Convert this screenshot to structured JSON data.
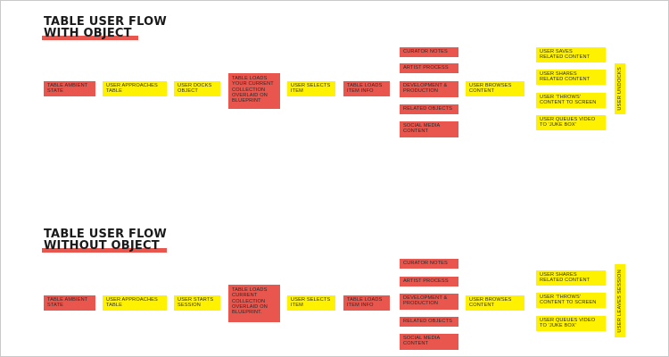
{
  "section1": {
    "title_line1": "TABLE USER FLOW",
    "title_line2": "WITH OBJECT",
    "steps": {
      "ambient": "TABLE AMBIENT\nSTATE",
      "approaches": "USER APPROACHES\nTABLE",
      "docks": "USER DOCKS\nOBJECT",
      "loads_collection": "TABLE LOADS\nYOUR CURRENT\nCOLLECTION\nOVERLAID ON\nBLUEPRINT",
      "selects": "USER SELECTS\nITEM",
      "loads_info": "TABLE LOADS\nITEM INFO",
      "browses": "USER BROWSES\nCONTENT",
      "undocks": "USER UNDOCKS"
    },
    "content_items": [
      "CURATOR NOTES",
      "ARTIST PROCESS",
      "DEVELOPMENT &\nPRODUCTION",
      "RELATED OBJECTS",
      "SOCIAL MEDIA\nCONTENT"
    ],
    "actions": [
      "USER SAVES\nRELATED CONTENT",
      "USER SHARES\nRELATED CONTENT",
      "USER 'THROWS'\nCONTENT TO SCREEN",
      "USER QUEUES VIDEO\nTO 'JUKE BOX'"
    ]
  },
  "section2": {
    "title_line1": "TABLE USER FLOW",
    "title_line2": "WITHOUT OBJECT",
    "steps": {
      "ambient": "TABLE AMBIENT\nSTATE",
      "approaches": "USER APPROACHES\nTABLE",
      "starts": "USER STARTS\nSESSION",
      "loads_collection": "TABLE LOADS\nCURRENT\nCOLLECTION\nOVERLAID ON\nBLUEPRINT.",
      "selects": "USER SELECTS\nITEM",
      "loads_info": "TABLE LOADS\nITEM INFO",
      "browses": "USER BROWSES\nCONTENT",
      "leaves": "USER LEAVES SESSION"
    },
    "content_items": [
      "CURATOR NOTES",
      "ARTIST PROCESS",
      "DEVELOPMENT &\nPRODUCTION",
      "RELATED OBJECTS",
      "SOCIAL MEDIA\nCONTENT"
    ],
    "actions": [
      "USER SHARES\nRELATED CONTENT",
      "USER 'THROWS'\nCONTENT TO SCREEN",
      "USER QUEUES VIDEO\nTO 'JUKE BOX'"
    ]
  },
  "colors": {
    "red": "#e8564d",
    "yellow": "#fff200",
    "text": "#1a1a1a"
  }
}
